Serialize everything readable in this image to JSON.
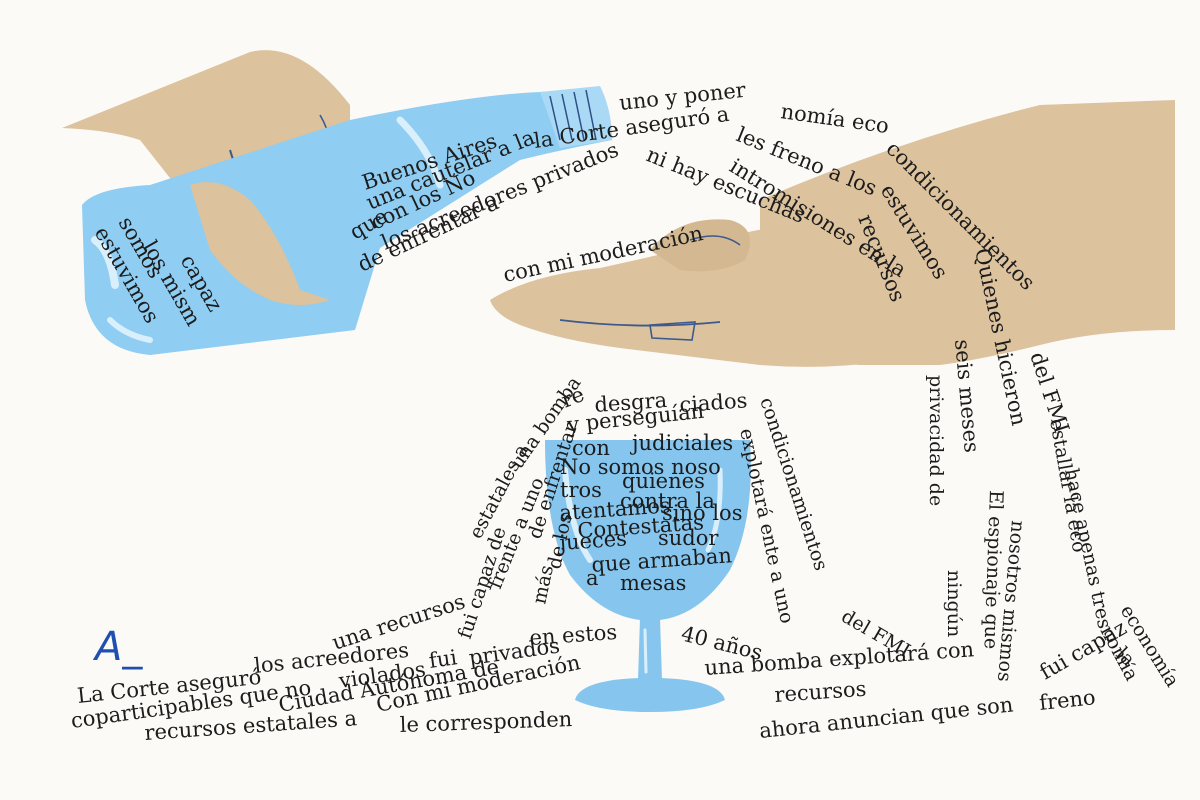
{
  "illustration": {
    "colors": {
      "skin": "#dcc29d",
      "skin_shadow": "#c9ad86",
      "bottle_blue": "#8fcdf2",
      "bottle_light": "#c8e7fa",
      "glass_blue": "#86c6ee",
      "ink": "#1c1c1c",
      "pencil": "#3d5a8c",
      "signature": "#1f4fb0"
    },
    "signature": "A_",
    "bottle_text": [
      "los mism",
      "capaz",
      "somos",
      "estuvimos"
    ],
    "stream_text": [
      "Buenos Aires",
      "una cautelar a la",
      "que",
      "con los No",
      "los acreedores privados",
      "de enfrentar a",
      "la Corte aseguró a",
      "uno y poner",
      "les freno a los",
      "nomía eco",
      "ni hay escuchas",
      "con mi moderación",
      "intromisiones en la",
      "recursos",
      "estuvimos",
      "condicionamientos",
      "del FMI",
      "Quienes hicieron",
      "seis meses"
    ],
    "glass_text": [
      "re",
      "desgra",
      "ciados",
      "y perseguían",
      "con",
      "judiciales",
      "No somos noso",
      "tros",
      "quienes",
      "contra la",
      "sino los",
      "atentamos",
      "Contestatas",
      "jueces",
      "que armaban",
      "sudor",
      "a",
      "mesas"
    ],
    "drip_text": [
      "estatales a",
      "una bomba",
      "frente a uno",
      "de enfrentar",
      "fui capaz de",
      "de los",
      "más",
      "condicionamientos",
      "explotará ente a uno",
      "del FMI",
      "privacidad de",
      "ningún",
      "El espionaje que",
      "nosotros mismos",
      "estallar la eco",
      "hace apenas tres",
      "la",
      "economía",
      "nomía"
    ],
    "ground_text": [
      "una recursos",
      "La Corte aseguró",
      "los acreedores",
      "fui",
      "coparticipables que no",
      "violados",
      "privados",
      "en estos",
      "Ciudad Autónoma de",
      "recursos estatales a",
      "le corresponden",
      "Con mi moderación",
      "40 años",
      "una bomba explotará con",
      "recursos",
      "ahora anuncian que son",
      "fui capaz",
      "freno"
    ]
  }
}
